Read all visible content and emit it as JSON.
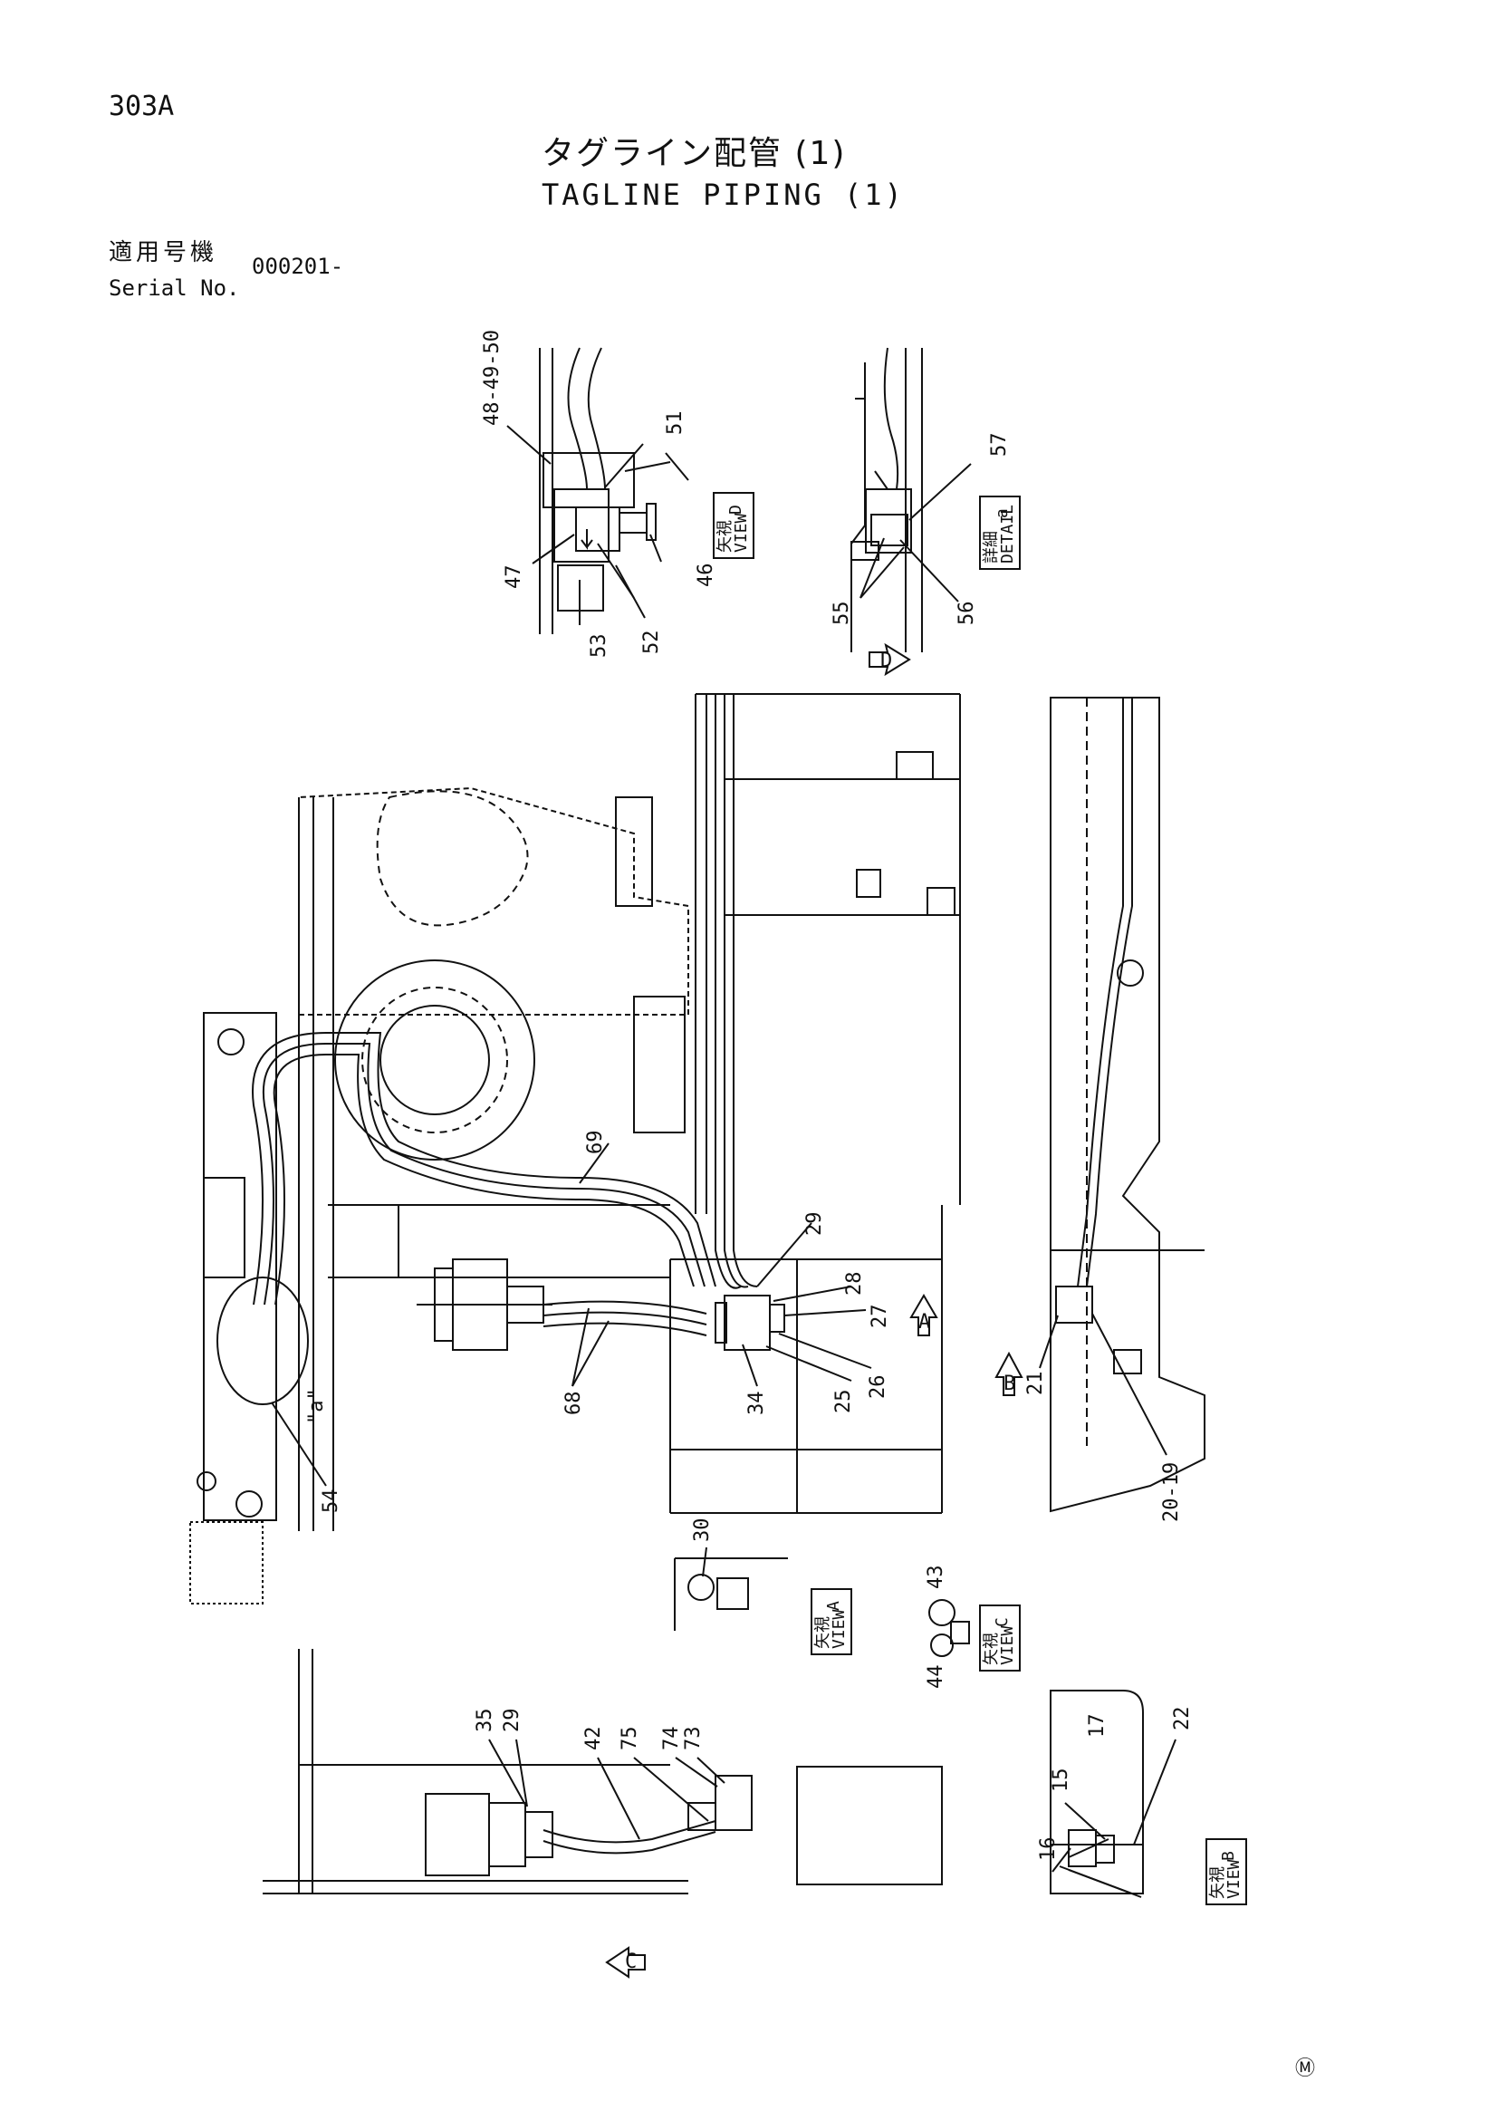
{
  "page_code": "303A",
  "title_jp": "タグライン配管 (1)",
  "title_en": "TAGLINE PIPING (1)",
  "serial": {
    "label_jp": "適用号機",
    "label_en": "Serial No.",
    "value": "000201-"
  },
  "part_labels": {
    "p48_49_50": "48-49-50",
    "p51": "51",
    "p47": "47",
    "p53": "53",
    "p52": "52",
    "p46": "46",
    "p57": "57",
    "p55": "55",
    "p56": "56",
    "p69": "69",
    "p29a": "29",
    "p28": "28",
    "p27": "27",
    "p26": "26",
    "p25": "25",
    "p34": "34",
    "p68": "68",
    "p54": "54",
    "p21": "21",
    "p20_19": "20-19",
    "p30": "30",
    "p43": "43",
    "p44": "44",
    "p35": "35",
    "p29b": "29",
    "p42": "42",
    "p75": "75",
    "p74": "74",
    "p73": "73",
    "p17": "17",
    "p15": "15",
    "p16": "16",
    "p22": "22"
  },
  "detail_mark": "\"a\"",
  "views": {
    "d": {
      "kanji": "矢視",
      "word": "VIEW",
      "letter": "D"
    },
    "a_detail": {
      "kanji": "詳細",
      "word": "DETAIL",
      "letter": "a"
    },
    "a": {
      "kanji": "矢視",
      "word": "VIEW",
      "letter": "A"
    },
    "c": {
      "kanji": "矢視",
      "word": "VIEW",
      "letter": "C"
    },
    "b": {
      "kanji": "矢視",
      "word": "VIEW",
      "letter": "B"
    }
  },
  "arrow_letters": {
    "d": "D",
    "a": "A",
    "b": "B",
    "c": "C"
  },
  "footer_mark": "Ⓜ"
}
